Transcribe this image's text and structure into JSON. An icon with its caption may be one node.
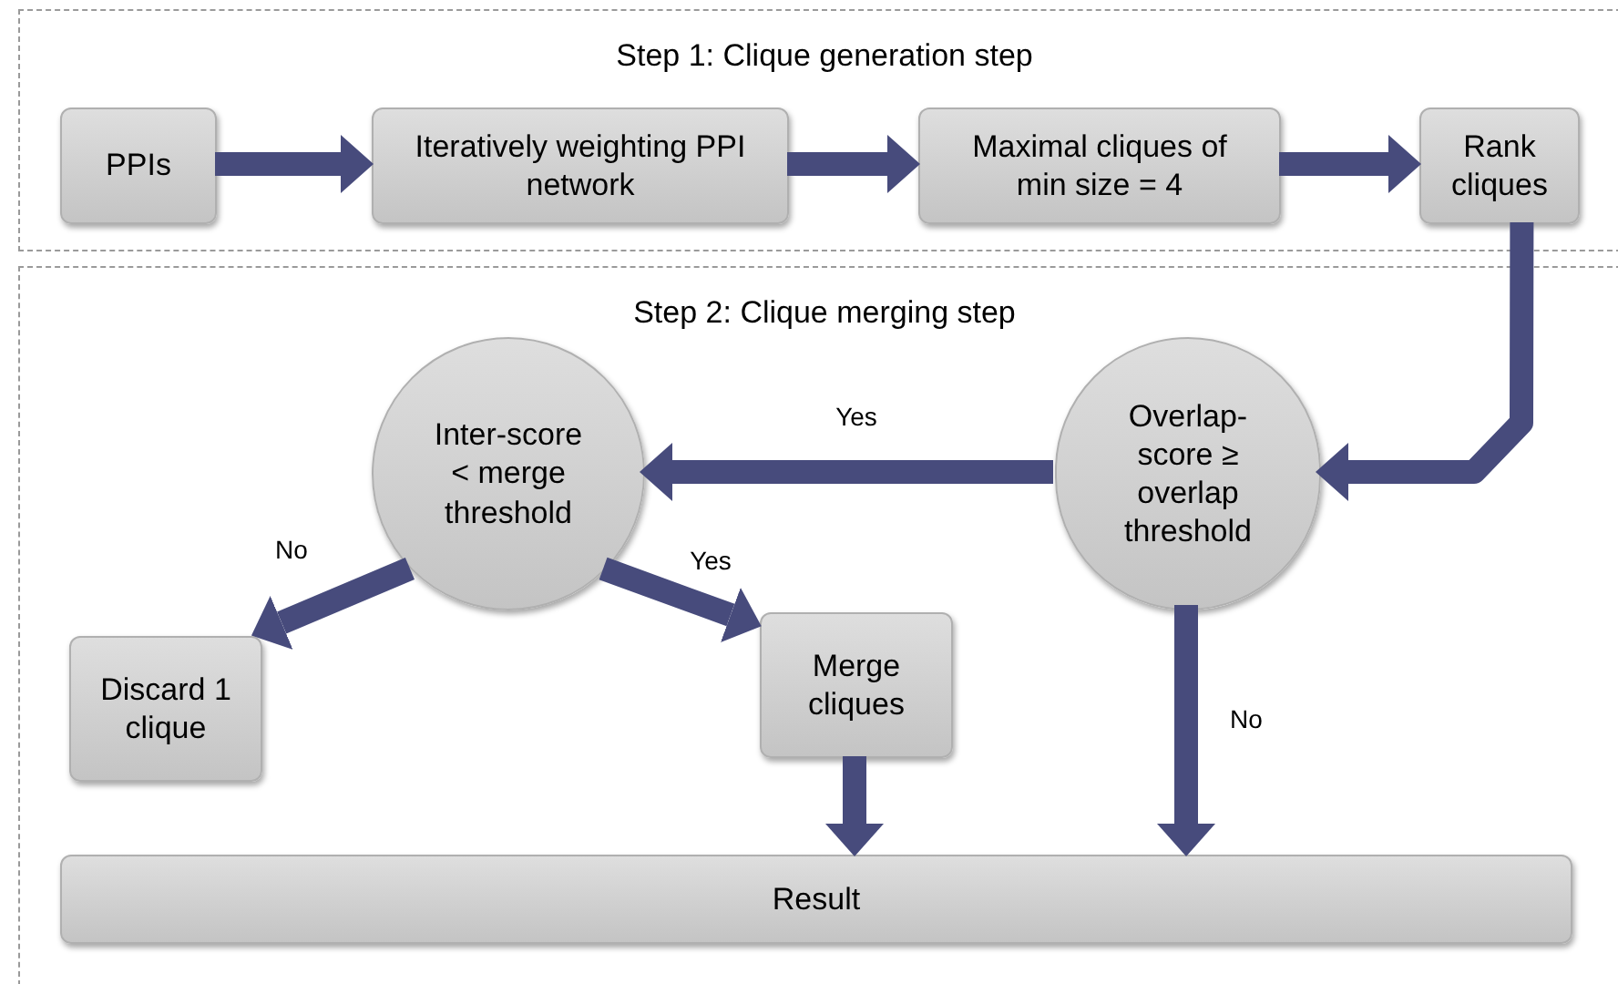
{
  "diagram": {
    "nodes": [
      {
        "text": [
          "Step 1: Clique generation step"
        ]
      },
      {
        "text": [
          "PPIs"
        ],
        "in": 0
      },
      {
        "text": [
          "Iteratively weighting PPI network"
        ],
        "in": 0
      },
      {
        "text": [
          "Maximal cliques of min size = 4"
        ],
        "in": 0
      },
      {
        "text": [
          "Rank cliques"
        ],
        "in": 0
      },
      {
        "text": [
          "Step 2: Clique merging step"
        ]
      },
      {
        "text": [
          "Inter-score < merge threshold"
        ],
        "in": 5
      },
      {
        "text": [
          "Overlap-score ≥ overlap threshold"
        ],
        "in": 5
      },
      {
        "text": [
          "Discard 1 clique"
        ],
        "in": 5
      },
      {
        "text": [
          "Merge cliques"
        ],
        "in": 5
      },
      {
        "text": [
          "Result"
        ],
        "in": 5
      }
    ],
    "edges": [
      {
        "from": 1,
        "to": 2,
        "arrow": "to"
      },
      {
        "from": 2,
        "to": 3,
        "arrow": "to"
      },
      {
        "from": 3,
        "to": 4,
        "arrow": "to"
      },
      {
        "from": 4,
        "to": 7,
        "arrow": "to"
      },
      {
        "from": 7,
        "to": 6,
        "arrow": "to",
        "label": "Yes"
      },
      {
        "from": 6,
        "to": 8,
        "arrow": "to",
        "label": "No"
      },
      {
        "from": 6,
        "to": 9,
        "arrow": "to",
        "label": "Yes"
      },
      {
        "from": 9,
        "to": 10,
        "arrow": "to"
      },
      {
        "from": 7,
        "to": 10,
        "arrow": "to",
        "label": "No"
      }
    ]
  }
}
